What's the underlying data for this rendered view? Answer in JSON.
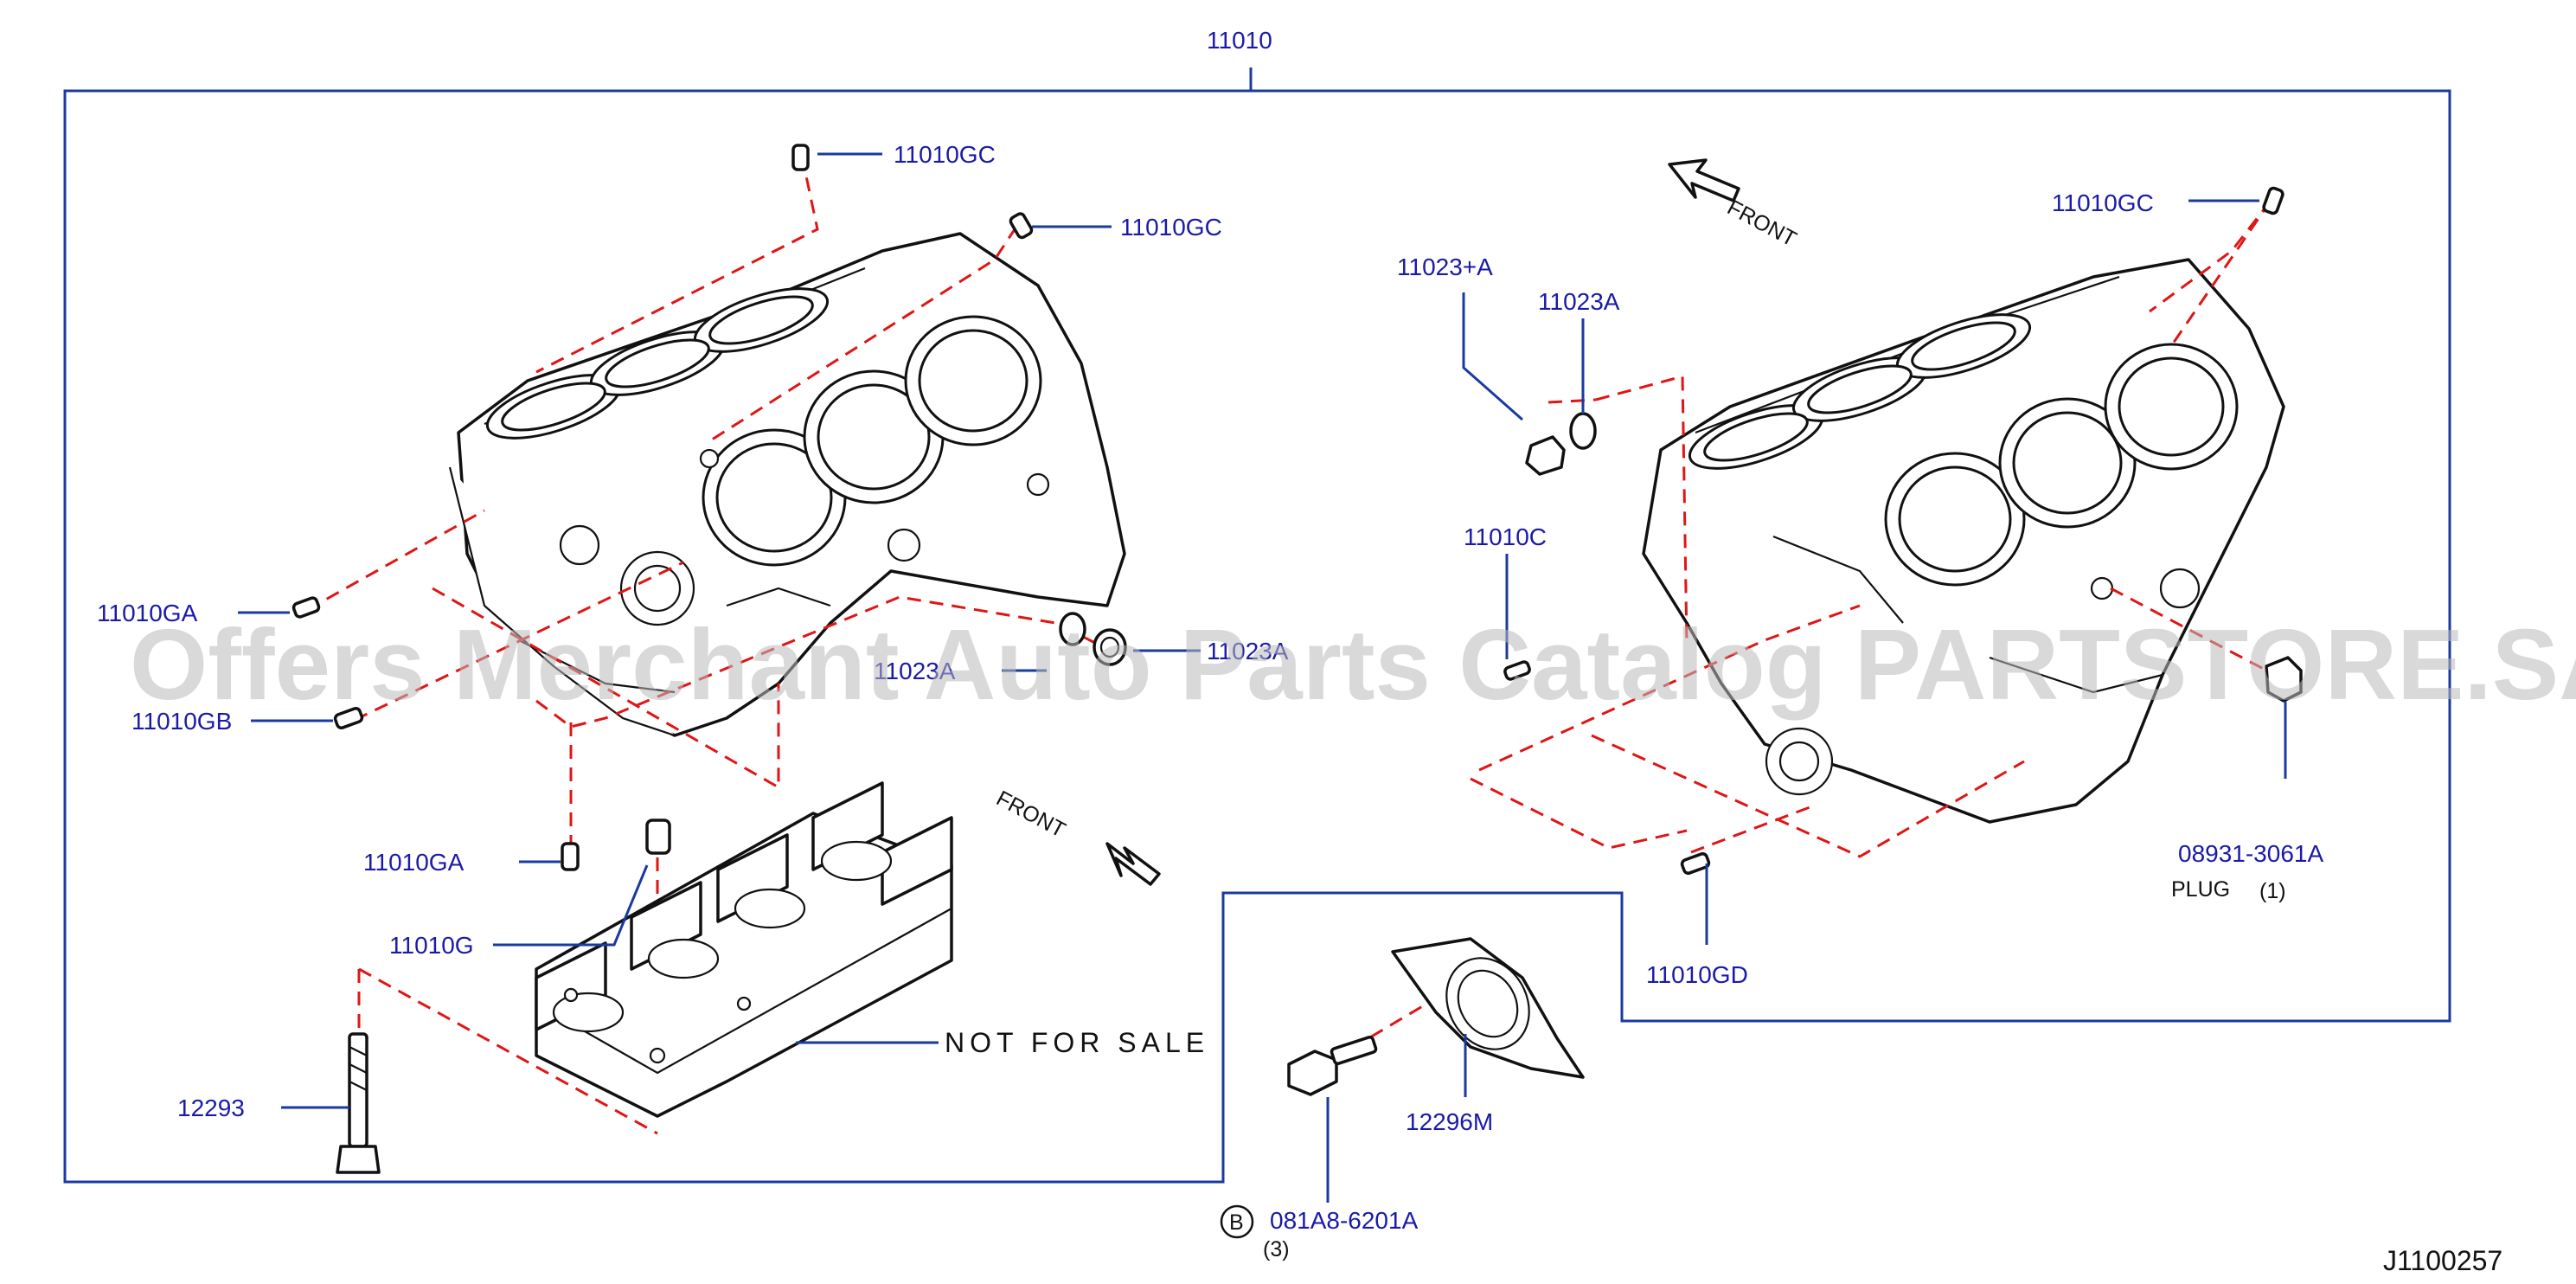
{
  "diagram_id": "J1100257",
  "assembly_ref": "11010",
  "watermark": "Offers Merchant Auto Parts Catalog PARTSTORE.SA",
  "front_label": "FRONT",
  "not_for_sale": "NOT FOR SALE",
  "plug_label": "PLUG",
  "plug_qty": "(1)",
  "bolt_circle": "B",
  "bolt_qty": "(3)",
  "refs": {
    "gc_top": "11010GC",
    "gc_mid": "11010GC",
    "gc_right": "11010GC",
    "ga_left": "11010GA",
    "gb": "11010GB",
    "ga_bottom": "11010GA",
    "g": "11010G",
    "r12293": "12293",
    "r11023a_left": "11023A",
    "r11023a_left_b": "11023A",
    "r11023pa": "11023+A",
    "r11023a_right": "11023A",
    "c": "11010C",
    "gd": "11010GD",
    "plug_part": "08931-3061A",
    "seal": "12296M",
    "bolt": "081A8-6201A"
  },
  "colors": {
    "callout_text": "#1a1aa8",
    "leader": "#1a3aa0",
    "dashed_guides": "#e01515",
    "linework": "#111111"
  }
}
